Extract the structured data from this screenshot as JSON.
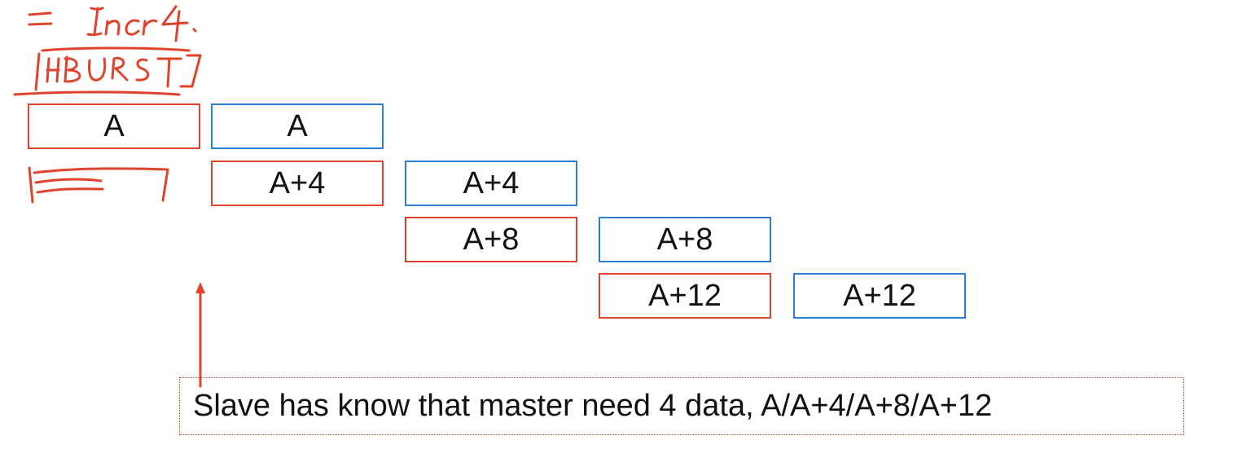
{
  "colors": {
    "master": "#e0432b",
    "slave": "#2b7fd4",
    "annotation": "#e0432b",
    "text": "#111111"
  },
  "handwriting": {
    "line1": "= Incr4.",
    "line2": "[HBURST]"
  },
  "timeline": {
    "row1": {
      "master": "A",
      "slave": "A"
    },
    "row2": {
      "master": "A+4",
      "slave": "A+4"
    },
    "row3": {
      "master": "A+8",
      "slave": "A+8"
    },
    "row4": {
      "master": "A+12",
      "slave": "A+12"
    }
  },
  "note": "Slave has know that master need 4 data, A/A+4/A+8/A+12"
}
